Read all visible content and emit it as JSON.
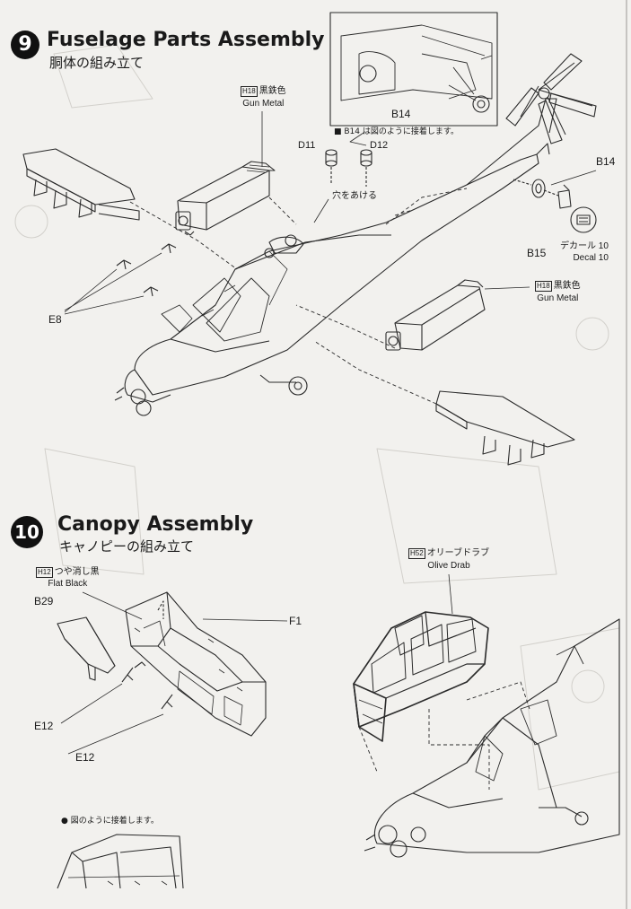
{
  "step9": {
    "number": "9",
    "title": "Fuselage Parts Assembly",
    "subtitle": "胴体の組み立て",
    "paint_top": {
      "code": "18",
      "jp": "黒鉄色",
      "en": "Gun Metal"
    },
    "paint_right": {
      "code": "18",
      "jp": "黒鉄色",
      "en": "Gun Metal"
    },
    "inset_label": "B14",
    "inset_note": "B14 は図のように接着します。",
    "parts": {
      "d11": "D11",
      "d12": "D12",
      "drill_note": "穴をあける",
      "b14": "B14",
      "b15": "B15",
      "e8": "E8"
    },
    "decal": {
      "jp": "デカール 10",
      "en": "Decal 10"
    }
  },
  "step10": {
    "number": "10",
    "title": "Canopy Assembly",
    "subtitle": "キャノピーの組み立て",
    "paint_left": {
      "code": "12",
      "jp": "つや消し黒",
      "en": "Flat Black"
    },
    "paint_right": {
      "code": "52",
      "jp": "オリーブドラブ",
      "en": "Olive Drab"
    },
    "parts": {
      "b29": "B29",
      "f1": "F1",
      "e12a": "E12",
      "e12b": "E12"
    },
    "glue_note": "図のように接着します。"
  }
}
